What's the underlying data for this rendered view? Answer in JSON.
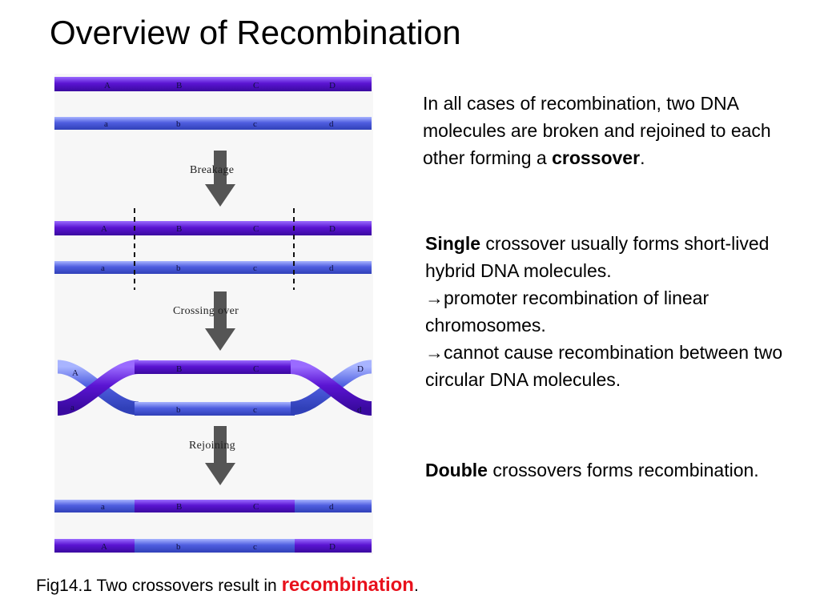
{
  "title": "Overview of Recombination",
  "figure": {
    "labels_upper": [
      "A",
      "B",
      "C",
      "D"
    ],
    "labels_lower": [
      "a",
      "b",
      "c",
      "d"
    ],
    "step_breakage": "Breakage",
    "step_crossing": "Crossing over",
    "step_rejoining": "Rejoining",
    "final_top": [
      "a",
      "B",
      "C",
      "d"
    ],
    "final_bottom": [
      "A",
      "b",
      "c",
      "D"
    ],
    "colors": {
      "purple": "#5a14d2",
      "blue": "#4f5ee0",
      "arrow": "#555555",
      "background": "#f7f7f7"
    }
  },
  "para1": {
    "text": "In all cases of recombination, two DNA molecules are broken and rejoined to each other forming a ",
    "bold": "crossover",
    "end": "."
  },
  "para2": {
    "bold": "Single",
    "line1": " crossover usually forms short-lived hybrid DNA molecules.",
    "arrow": "→",
    "line2": "promoter recombination of linear chromosomes.",
    "line3": "cannot cause recombination between two circular DNA molecules."
  },
  "para3": {
    "bold": "Double",
    "text": " crossovers forms recombination."
  },
  "caption": {
    "text": "Fig14.1 Two crossovers result in ",
    "highlight": "recombination",
    "end": "."
  }
}
